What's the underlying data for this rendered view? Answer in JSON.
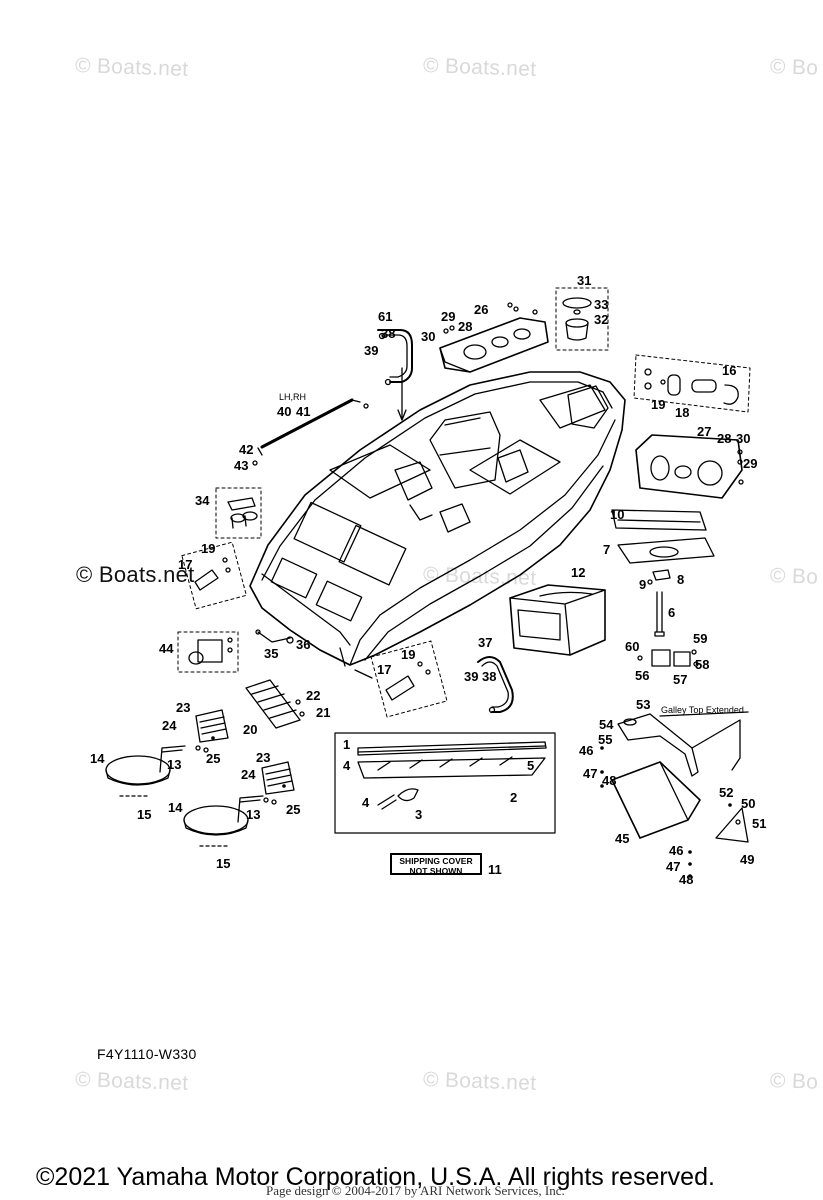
{
  "watermarks": {
    "brand": "© Boats.net",
    "partial": "© Bo"
  },
  "diagram": {
    "code": "F4Y1110-W330",
    "side_note": "LH,RH",
    "galley_note": "Galley Top Extended",
    "shipping_line1": "SHIPPING COVER",
    "shipping_line2": "NOT SHOWN"
  },
  "callouts": {
    "c1": "1",
    "c2": "2",
    "c3": "3",
    "c4a": "4",
    "c4b": "4",
    "c5": "5",
    "c6": "6",
    "c7": "7",
    "c8": "8",
    "c9": "9",
    "c10": "10",
    "c11": "11",
    "c12": "12",
    "c13a": "13",
    "c13b": "13",
    "c14a": "14",
    "c14b": "14",
    "c15a": "15",
    "c15b": "15",
    "c16": "16",
    "c17a": "17",
    "c17b": "17",
    "c18": "18",
    "c19a": "19",
    "c19b": "19",
    "c19c": "19",
    "c20": "20",
    "c21": "21",
    "c22": "22",
    "c23a": "23",
    "c23b": "23",
    "c24a": "24",
    "c24b": "24",
    "c25a": "25",
    "c25b": "25",
    "c26": "26",
    "c27": "27",
    "c28a": "28",
    "c28b": "28",
    "c29a": "29",
    "c29b": "29",
    "c30a": "30",
    "c30b": "30",
    "c31": "31",
    "c32": "32",
    "c33": "33",
    "c34": "34",
    "c35": "35",
    "c36": "36",
    "c37": "37",
    "c38a": "38",
    "c38b": "38",
    "c39a": "39",
    "c39b": "39",
    "c40": "40",
    "c41": "41",
    "c42": "42",
    "c43": "43",
    "c44": "44",
    "c45": "45",
    "c46a": "46",
    "c46b": "46",
    "c47a": "47",
    "c47b": "47",
    "c48a": "48",
    "c48b": "48",
    "c49": "49",
    "c50": "50",
    "c51": "51",
    "c52": "52",
    "c53": "53",
    "c54": "54",
    "c55": "55",
    "c56": "56",
    "c57": "57",
    "c58": "58",
    "c59": "59",
    "c60": "60",
    "c61": "61"
  },
  "footer": {
    "copyright": "©2021 Yamaha Motor Corporation, U.S.A. All rights reserved.",
    "page_design": "Page design © 2004-2017 by ARI Network Services, Inc."
  }
}
